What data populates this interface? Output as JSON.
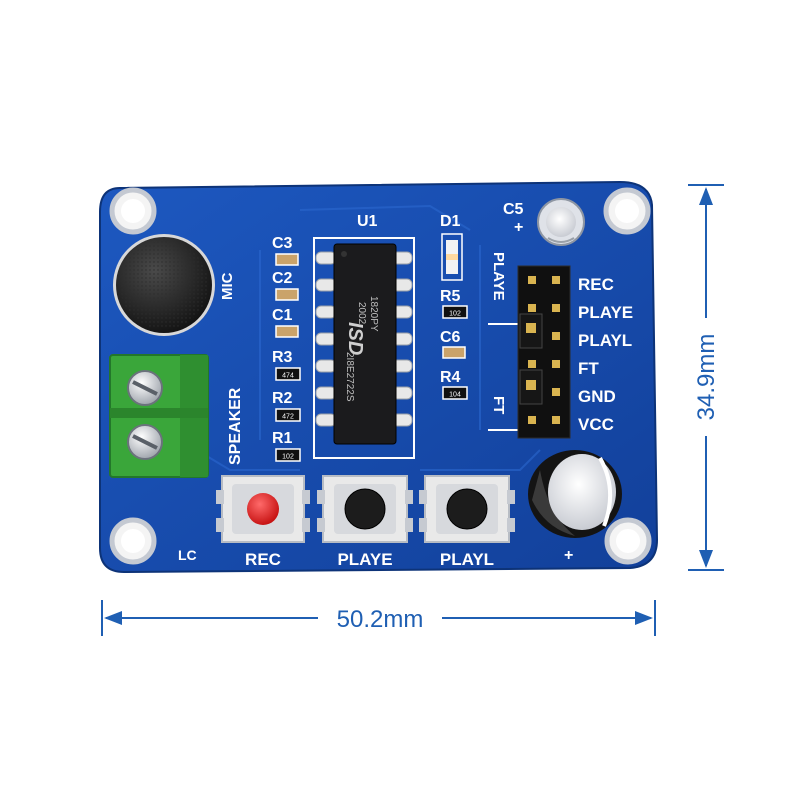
{
  "dimensions": {
    "width_label": "50.2mm",
    "height_label": "34.9mm"
  },
  "chip": {
    "ref": "U1",
    "logo": "ISD",
    "marking_line1": "1820PY",
    "marking_line2": "2002",
    "marking_line3": "2I8E2722S"
  },
  "labels": {
    "mic": "MIC",
    "speaker": "SPEAKER",
    "c3": "C3",
    "c2": "C2",
    "c1": "C1",
    "r3": "R3",
    "r2": "R2",
    "r1": "R1",
    "d1": "D1",
    "r5": "R5",
    "c6": "C6",
    "r4": "R4",
    "c5": "C5",
    "plus_top": "+",
    "plus_bottom": "+",
    "playe_vertical": "PLAYE",
    "ft_vertical": "FT",
    "lc": "LC"
  },
  "resistor_codes": {
    "r3": "474",
    "r2": "472",
    "r1": "102",
    "r5": "102",
    "r4": "104"
  },
  "header_pins": [
    "REC",
    "PLAYE",
    "PLAYL",
    "FT",
    "GND",
    "VCC"
  ],
  "buttons": [
    {
      "label": "REC",
      "cap_color": "#e21b1b"
    },
    {
      "label": "PLAYE",
      "cap_color": "#1a1a1a"
    },
    {
      "label": "PLAYL",
      "cap_color": "#1a1a1a"
    }
  ],
  "colors": {
    "pcb": "#1a4fb0",
    "pcb_dark": "#103a88",
    "silkscreen": "#ffffff",
    "dimension": "#1f5fb3",
    "terminal": "#3aa63a"
  }
}
